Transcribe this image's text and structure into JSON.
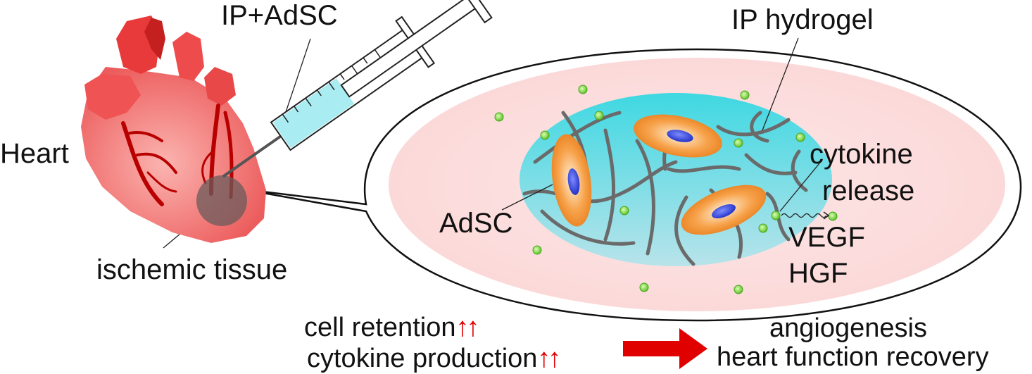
{
  "labels": {
    "ip_adsc": "IP+AdSC",
    "ip_hydrogel": "IP hydrogel",
    "heart": "Heart",
    "ischemic_tissue": "ischemic tissue",
    "adsc": "AdSC",
    "cytokine_release_1": "cytokine",
    "cytokine_release_2": "release",
    "vegf": "VEGF",
    "hgf": "HGF",
    "cell_retention": "cell retention",
    "cytokine_production": "cytokine production",
    "angiogenesis": "angiogenesis",
    "heart_function_recovery": "heart function recovery",
    "increase_symbol": "↑↑"
  },
  "colors": {
    "heart": "#f06a6a",
    "artery": "#c00000",
    "ellipse_fill": "#fde3e3",
    "hydrogel": "#5fd3dc",
    "cell_body": "#f59a3c",
    "nucleus": "#3346d6",
    "cytokine": "#7bd63a",
    "fiber": "#6e6e6e",
    "syringe_liquid": "#a9ecf2",
    "arrow_red": "#e00000"
  }
}
